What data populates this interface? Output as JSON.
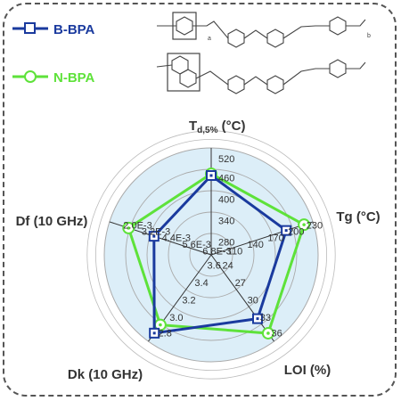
{
  "chart_data": {
    "type": "radar",
    "axes": [
      {
        "key": "td",
        "label": "Td,5% (°C)",
        "label_main": "T",
        "label_sub": "d,5%",
        "label_rest": " (°C)",
        "ticks": [
          "280",
          "340",
          "400",
          "460",
          "520"
        ],
        "range": [
          230,
          540
        ]
      },
      {
        "key": "tg",
        "label": "Tg (°C)",
        "ticks": [
          "110",
          "140",
          "170",
          "200",
          "230"
        ],
        "range": [
          80,
          240
        ]
      },
      {
        "key": "loi",
        "label": "LOI (%)",
        "ticks": [
          "24",
          "27",
          "30",
          "33",
          "36"
        ],
        "range": [
          21,
          37
        ]
      },
      {
        "key": "dk",
        "label": "Dk (10 GHz)",
        "ticks": [
          "3.6",
          "3.4",
          "3.2",
          "3.0",
          "2.8"
        ],
        "range": [
          3.8,
          2.75
        ]
      },
      {
        "key": "df",
        "label": "Df (10 GHz)",
        "ticks": [
          "6.8E-3",
          "5.6E-3",
          "4.4E-3",
          "3.2E-3",
          "2.0E-3"
        ],
        "range": [
          0.008,
          0.0016
        ]
      }
    ],
    "series": [
      {
        "name": "B-BPA",
        "color": "#1a3a9e",
        "values": {
          "td": 460,
          "tg": 198,
          "loi": 32.8,
          "dk": 2.85,
          "df": 0.0044
        }
      },
      {
        "name": "N-BPA",
        "color": "#5ee23a",
        "values": {
          "td": 465,
          "tg": 226,
          "loi": 35.5,
          "dk": 2.95,
          "df": 0.0028
        }
      }
    ],
    "grid": true,
    "legend": "top-left"
  },
  "icons": {
    "legend_marker_b": "square-marker",
    "legend_marker_n": "circle-marker"
  },
  "colors": {
    "b_bpa": "#1a3a9e",
    "n_bpa": "#5ee23a",
    "fill": "#dceef8",
    "grid": "#aaaaaa"
  },
  "structures": {
    "subscript_a": "a",
    "subscript_b": "b"
  }
}
